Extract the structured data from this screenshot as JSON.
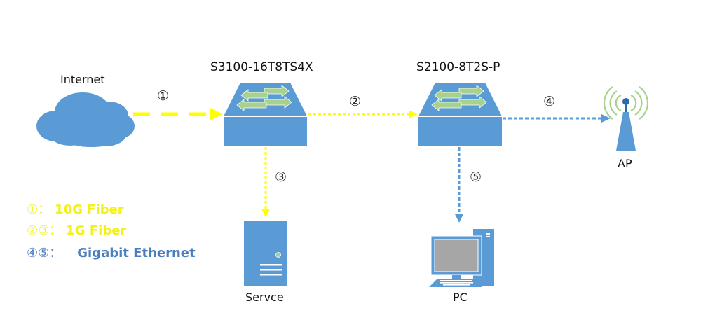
{
  "colors": {
    "device_blue": "#5b9bd5",
    "arrow_green": "#a9d18e",
    "fiber_yellow": "#ffff00",
    "ethernet_blue": "#5b9bd5",
    "screen_gray": "#a6a6a6",
    "legend_yellow": "#f2f21a",
    "legend_blue": "#4a7ebf"
  },
  "nodes": {
    "internet": {
      "label": "Internet",
      "icon": "cloud-icon"
    },
    "core_switch": {
      "label": "S3100-16T8TS4X",
      "icon": "switch-icon"
    },
    "access_switch": {
      "label": "S2100-8T2S-P",
      "icon": "switch-icon"
    },
    "ap": {
      "label": "AP",
      "icon": "wireless-ap-icon"
    },
    "server": {
      "label": "Servce",
      "icon": "server-icon"
    },
    "pc": {
      "label": "PC",
      "icon": "pc-icon"
    }
  },
  "links": [
    {
      "id": "1",
      "marker": "①",
      "from": "Internet",
      "to": "S3100-16T8TS4X",
      "type": "10G Fiber"
    },
    {
      "id": "2",
      "marker": "②",
      "from": "S3100-16T8TS4X",
      "to": "S2100-8T2S-P",
      "type": "1G Fiber"
    },
    {
      "id": "3",
      "marker": "③",
      "from": "S3100-16T8TS4X",
      "to": "Servce",
      "type": "1G Fiber"
    },
    {
      "id": "4",
      "marker": "④",
      "from": "S2100-8T2S-P",
      "to": "AP",
      "type": "Gigabit Ethernet"
    },
    {
      "id": "5",
      "marker": "⑤",
      "from": "S2100-8T2S-P",
      "to": "PC",
      "type": "Gigabit Ethernet"
    }
  ],
  "legend": [
    {
      "symbols": "①：",
      "text": "10G Fiber"
    },
    {
      "symbols": "②③：",
      "text": "1G Fiber"
    },
    {
      "symbols": "④⑤：",
      "text": "Gigabit Ethernet"
    }
  ]
}
